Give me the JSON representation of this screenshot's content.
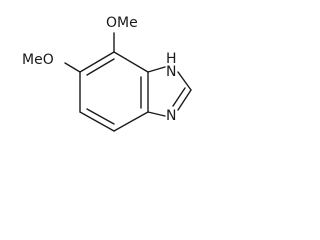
{
  "molecule": {
    "labels": {
      "ome_top": "OMe",
      "ome_left": "MeO",
      "nh": "H",
      "n_top": "N",
      "n_bottom": "N"
    }
  }
}
